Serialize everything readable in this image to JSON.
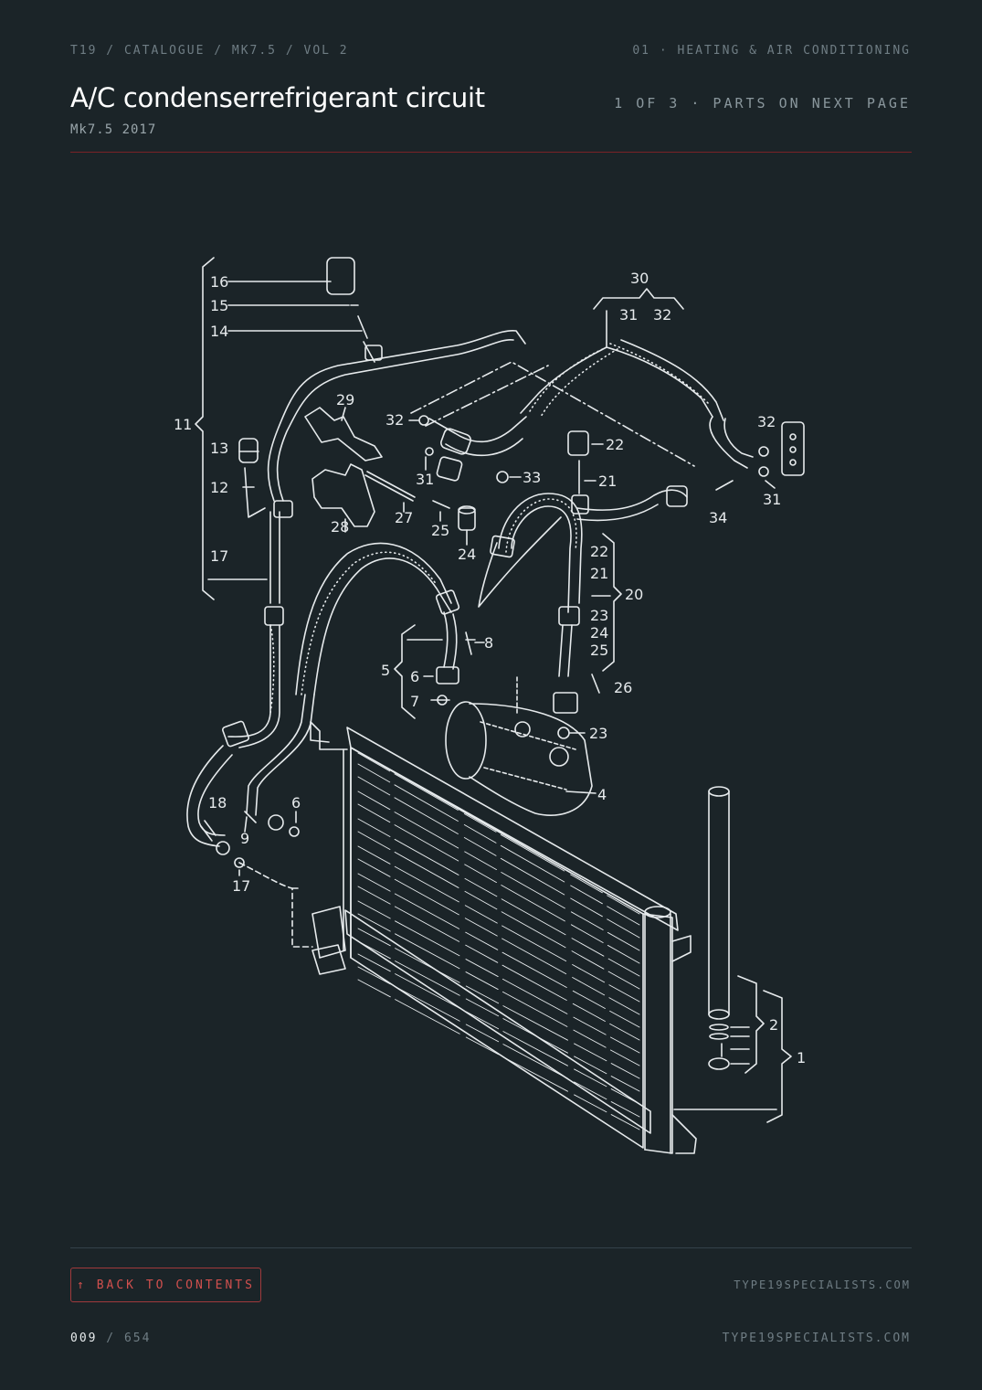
{
  "header": {
    "breadcrumb": "T19 / CATALOGUE / MK7.5 / VOL 2",
    "section": "01 · HEATING & AIR CONDITIONING",
    "title": "A/C condenserrefrigerant circuit",
    "subtitle": "Mk7.5 2017",
    "page_indicator": "1 OF 3 · PARTS ON NEXT PAGE"
  },
  "diagram": {
    "callouts": {
      "c1": "1",
      "c2": "2",
      "c4": "4",
      "c5": "5",
      "c6a": "6",
      "c6b": "6",
      "c7": "7",
      "c8": "8",
      "c9": "9",
      "c11": "11",
      "c12": "12",
      "c13": "13",
      "c14": "14",
      "c15": "15",
      "c16": "16",
      "c17a": "17",
      "c17b": "17",
      "c18": "18",
      "c20": "20",
      "c21a": "21",
      "c21b": "21",
      "c22a": "22",
      "c22b": "22",
      "c23a": "23",
      "c23b": "23",
      "c24a": "24",
      "c24b": "24",
      "c25a": "25",
      "c25b": "25",
      "c26": "26",
      "c27": "27",
      "c28": "28",
      "c29": "29",
      "c30": "30",
      "c31a": "31",
      "c31b": "31",
      "c31c": "31",
      "c32a": "32",
      "c32b": "32",
      "c32c": "32",
      "c33": "33",
      "c34": "34"
    }
  },
  "footer": {
    "back_label": "↑ BACK TO CONTENTS",
    "site": "TYPE19SPECIALISTS.COM",
    "page_current": "009",
    "page_total": " / 654",
    "site_2": "TYPE19SPECIALISTS.COM"
  },
  "colors": {
    "background": "#1b2428",
    "accent": "#a03a3c",
    "line": "#e6eaec"
  }
}
